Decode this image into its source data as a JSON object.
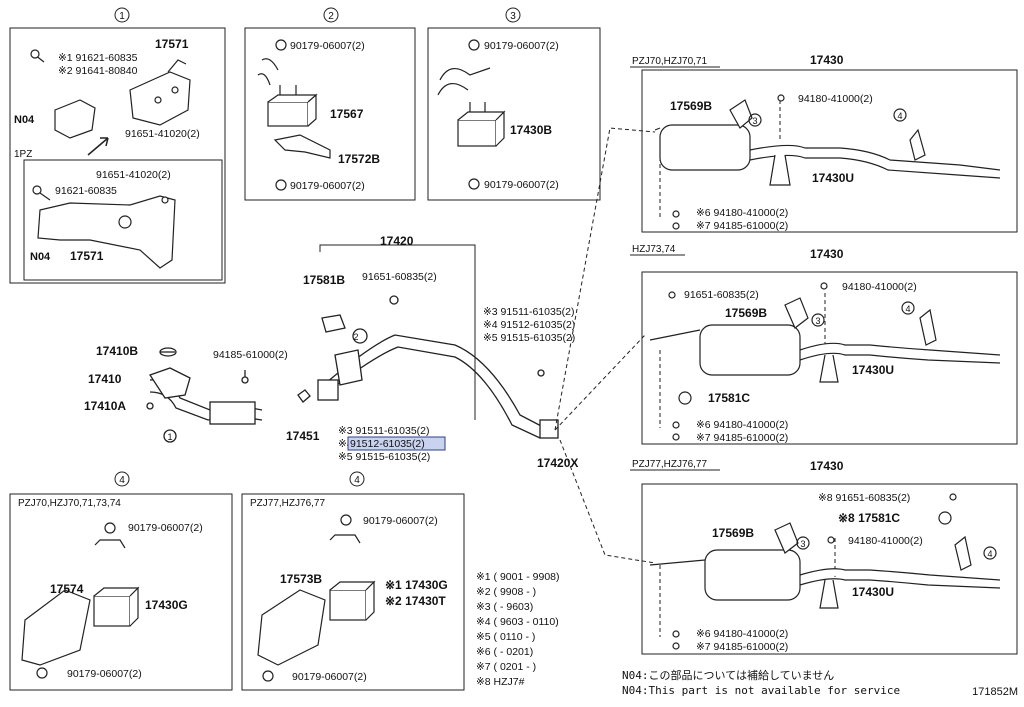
{
  "circled": [
    "1",
    "2",
    "3",
    "4"
  ],
  "boxes": {
    "b1": {
      "sub": "1PZ",
      "labels": [
        "※1 91621-60835",
        "※2 91641-80840",
        "17571",
        "N04",
        "91651-41020(2)",
        "91651-41020(2)",
        "91621-60835",
        "N04",
        "17571"
      ]
    },
    "b2": {
      "labels": [
        "90179-06007(2)",
        "17567",
        "17572B",
        "90179-06007(2)"
      ]
    },
    "b3": {
      "labels": [
        "90179-06007(2)",
        "17430B",
        "90179-06007(2)"
      ]
    },
    "b4a": {
      "sub": "PZJ70,HZJ70,71,73,74",
      "labels": [
        "90179-06007(2)",
        "17574",
        "17430G",
        "90179-06007(2)"
      ]
    },
    "b4b": {
      "sub": "PZJ77,HZJ76,77",
      "labels": [
        "90179-06007(2)",
        "17573B",
        "※1 17430G",
        "※2 17430T",
        "90179-06007(2)"
      ]
    }
  },
  "center": {
    "labels": [
      "17420",
      "17581B",
      "91651-60835(2)",
      "17410B",
      "94185-61000(2)",
      "17410",
      "17410A",
      "17451",
      "※3 91511-61035(2)",
      "※4",
      "91512-61035(2)",
      "※5 91515-61035(2)",
      "※3 91511-61035(2)",
      "※4 91512-61035(2)",
      "※5 91515-61035(2)",
      "17420X"
    ]
  },
  "variants": [
    {
      "sub": "PZJ70,HZJ70,71",
      "part": "17430",
      "labels": [
        "17569B",
        "94180-41000(2)",
        "17430U",
        "※6 94180-41000(2)",
        "※7 94185-61000(2)"
      ]
    },
    {
      "sub": "HZJ73,74",
      "part": "17430",
      "labels": [
        "91651-60835(2)",
        "94180-41000(2)",
        "17569B",
        "17430U",
        "17581C",
        "※6 94180-41000(2)",
        "※7 94185-61000(2)"
      ]
    },
    {
      "sub": "PZJ77,HZJ76,77",
      "part": "17430",
      "labels": [
        "※8 91651-60835(2)",
        "※8 17581C",
        "17569B",
        "94180-41000(2)",
        "17430U",
        "※6 94180-41000(2)",
        "※7 94185-61000(2)"
      ]
    }
  ],
  "legend": [
    "※1 ( 9001 - 9908)",
    "※2 ( 9908 -      )",
    "※3 (      - 9603)",
    "※4 ( 9603 - 0110)",
    "※5 ( 0110 -      )",
    "※6 (      - 0201)",
    "※7 ( 0201 -      )",
    "※8 HZJ7#"
  ],
  "notes": [
    "N04:この部品については補給していません",
    "N04:This part is not available for service"
  ],
  "doc_id": "171852M",
  "colors": {
    "highlight": "#c9d2ef",
    "line": "#222222"
  }
}
